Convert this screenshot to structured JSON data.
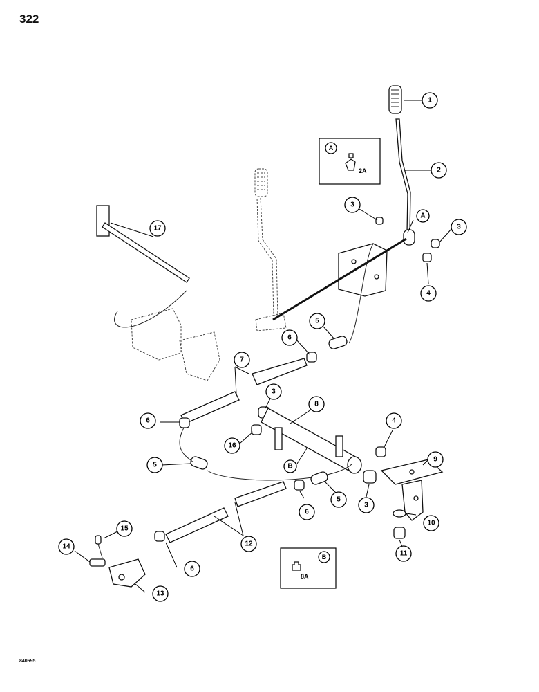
{
  "page_number": "322",
  "document_code": "840695",
  "insets": [
    {
      "id": "A",
      "letter": "A",
      "part_label": "2A"
    },
    {
      "id": "B",
      "letter": "B",
      "part_label": "8A"
    }
  ],
  "callouts": [
    {
      "num": "1"
    },
    {
      "num": "2"
    },
    {
      "num": "3"
    },
    {
      "num": "3"
    },
    {
      "num": "4"
    },
    {
      "num": "5"
    },
    {
      "num": "6"
    },
    {
      "num": "7"
    },
    {
      "num": "17"
    },
    {
      "num": "3"
    },
    {
      "num": "8"
    },
    {
      "num": "6"
    },
    {
      "num": "16"
    },
    {
      "num": "4"
    },
    {
      "num": "9"
    },
    {
      "num": "5"
    },
    {
      "num": "5"
    },
    {
      "num": "3"
    },
    {
      "num": "6"
    },
    {
      "num": "10"
    },
    {
      "num": "15"
    },
    {
      "num": "12"
    },
    {
      "num": "11"
    },
    {
      "num": "14"
    },
    {
      "num": "6"
    },
    {
      "num": "13"
    }
  ],
  "ref_letters": [
    {
      "letter": "A"
    },
    {
      "letter": "B"
    }
  ]
}
